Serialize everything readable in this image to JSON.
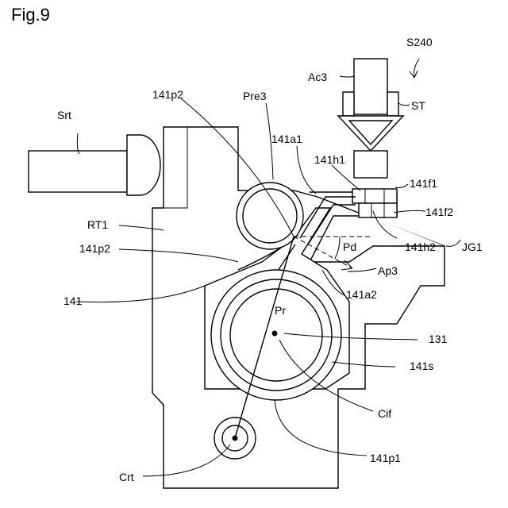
{
  "figure": {
    "title": "Fig.9"
  },
  "labels": {
    "s240": "S240",
    "ac3": "Ac3",
    "st": "ST",
    "srt": "Srt",
    "p141p2_top": "141p2",
    "pre3": "Pre3",
    "a141a1": "141a1",
    "h141h1": "141h1",
    "f141f1": "141f1",
    "f141f2": "141f2",
    "h141h2": "141h2",
    "jg1": "JG1",
    "rt1": "RT1",
    "p141p2_mid": "141p2",
    "pd": "Pd",
    "ap3": "Ap3",
    "a141a2": "141a2",
    "n141": "141",
    "pr": "Pr",
    "n131": "131",
    "s141s": "141s",
    "cif": "Cif",
    "crt": "Crt",
    "p141p1": "141p1"
  }
}
